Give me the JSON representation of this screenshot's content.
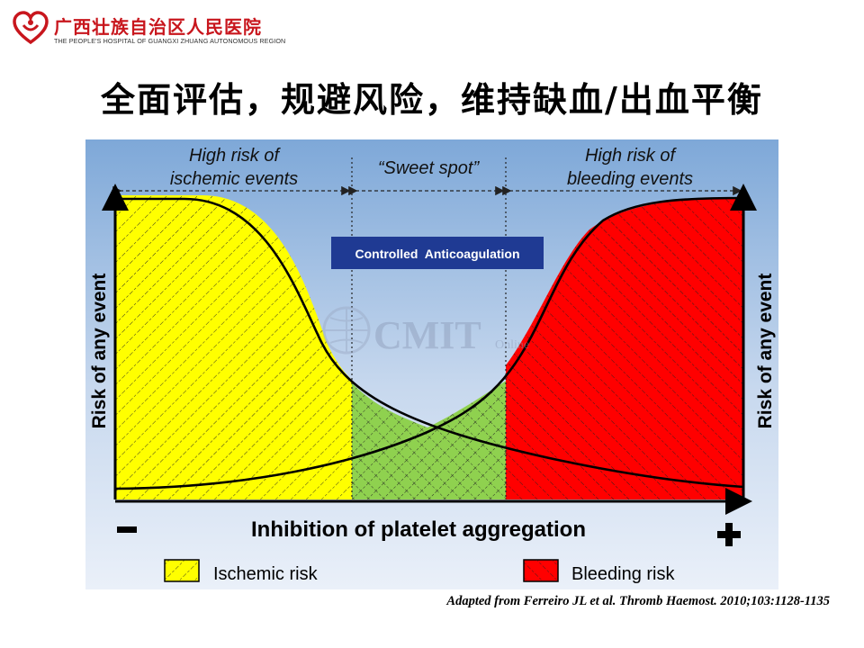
{
  "header": {
    "org_name_cn": "广西壮族自治区人民医院",
    "org_name_en": "THE PEOPLE'S HOSPITAL OF GUANGXI ZHUANG AUTONOMOUS REGION",
    "logo_icon": "heart-logo-icon",
    "brand_color": "#c8161d"
  },
  "slide": {
    "title": "全面评估，规避风险，维持缺血/出血平衡",
    "citation": "Adapted from Ferreiro JL et al.  Thromb Haemost. 2010;103:1128-1135"
  },
  "diagram": {
    "region_left_label": [
      "High risk of",
      "ischemic events"
    ],
    "region_middle_label": "“Sweet spot”",
    "region_right_label": [
      "High risk of",
      "bleeding events"
    ],
    "callout": "Controlled  Anticoagulation",
    "y_axis_label_left": "Risk of any event",
    "y_axis_label_right": "Risk of any event",
    "x_axis_label": "Inhibition of platelet aggregation",
    "x_axis_minus": "-",
    "x_axis_plus": "+",
    "watermark_text": "CMIT",
    "watermark_sub": "Online",
    "legend": [
      {
        "label": "Ischemic risk",
        "color": "#ffff00"
      },
      {
        "label": "Bleeding risk",
        "color": "#ff0000"
      }
    ],
    "colors": {
      "ischemic": "#ffff00",
      "bleeding": "#ff0000",
      "sweet_spot": "#8fd14f",
      "background_top": "#7ea8d8",
      "background_bottom": "#e7eef8",
      "callout_bg": "#1f3a93"
    }
  }
}
